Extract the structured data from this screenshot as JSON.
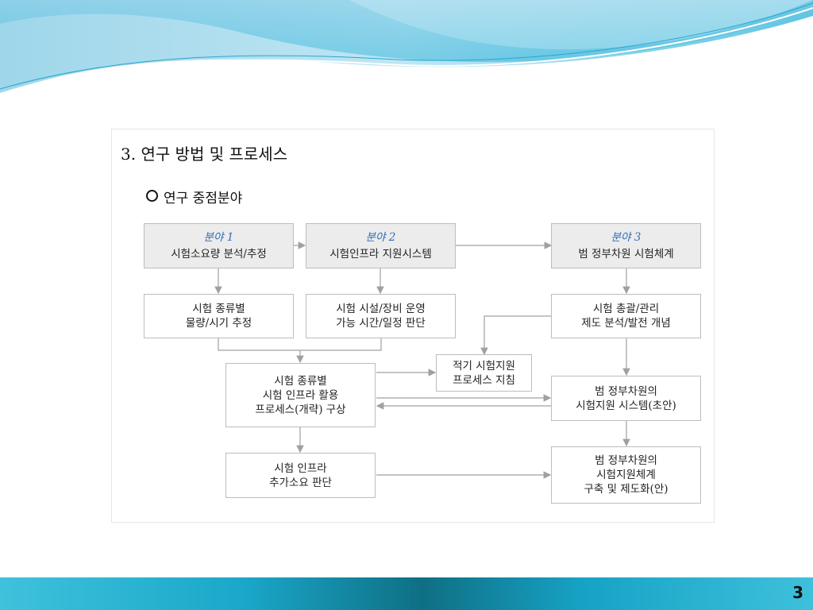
{
  "slide": {
    "title": "3.  연구 방법 및 프로세스",
    "subtitle": "연구 중점분야",
    "page_number": "3"
  },
  "fields": [
    {
      "label": "분야 1",
      "name": "시험소요량 분석/추정"
    },
    {
      "label": "분야 2",
      "name": "시험인프라 지원시스템"
    },
    {
      "label": "분야 3",
      "name": "범 정부차원 시험체계"
    }
  ],
  "boxes": {
    "type_volume": [
      "시험 종류별",
      "물량/시기 추정"
    ],
    "facility_ops": [
      "시험 시설/장비 운영",
      "가능 시간/일정 판단"
    ],
    "oversight": [
      "시험 총괄/관리",
      "제도 분석/발전 개념"
    ],
    "process_guide": [
      "적기 시험지원",
      "프로세스 지침"
    ],
    "infra_process": [
      "시험 종류별",
      "시험 인프라 활용",
      "프로세스(개략) 구상"
    ],
    "support_system": [
      "범 정부차원의",
      "시험지원 시스템(초안)"
    ],
    "extra_infra": [
      "시험 인프라",
      "추가소요 판단"
    ],
    "system_build": [
      "범 정부차원의",
      "시험지원체계",
      "구축 및 제도화(안)"
    ]
  },
  "colors": {
    "field_label": "#2f6db5",
    "box_border": "#bdbdbd",
    "header_fill": "#ececec",
    "arrow": "#a0a0a0"
  }
}
